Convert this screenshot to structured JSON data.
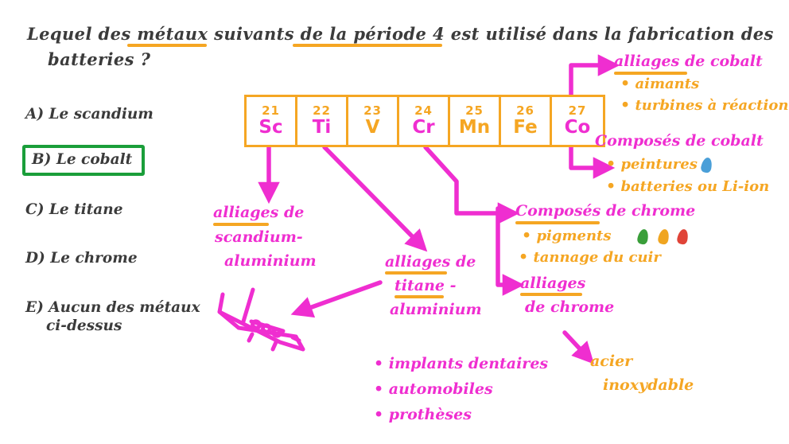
{
  "question": {
    "line1": "Lequel des métaux suivants de la période 4 est utilisé dans la fabrication des",
    "line2": "batteries ?"
  },
  "options": [
    {
      "id": "A",
      "label": "A) Le scandium",
      "selected": false
    },
    {
      "id": "B",
      "label": "B) Le cobalt",
      "selected": true
    },
    {
      "id": "C",
      "label": "C) Le titane",
      "selected": false
    },
    {
      "id": "D",
      "label": "D) Le chrome",
      "selected": false
    },
    {
      "id": "E",
      "label_line1": "E) Aucun des métaux",
      "label_line2": "ci-dessus",
      "selected": false
    }
  ],
  "periodic_table": {
    "elements": [
      {
        "number": "21",
        "symbol": "Sc",
        "symbol_color": "#ef2ed0"
      },
      {
        "number": "22",
        "symbol": "Ti",
        "symbol_color": "#ef2ed0"
      },
      {
        "number": "23",
        "symbol": "V",
        "symbol_color": "#f5a623"
      },
      {
        "number": "24",
        "symbol": "Cr",
        "symbol_color": "#ef2ed0"
      },
      {
        "number": "25",
        "symbol": "Mn",
        "symbol_color": "#f5a623"
      },
      {
        "number": "26",
        "symbol": "Fe",
        "symbol_color": "#f5a623"
      },
      {
        "number": "27",
        "symbol": "Co",
        "symbol_color": "#ef2ed0"
      }
    ]
  },
  "branches": {
    "scandium": {
      "title_line1": "alliages de",
      "title_line2": "scandium-",
      "title_line3": "aluminium"
    },
    "titane": {
      "title_line1": "alliages de",
      "title_line2": "titane -",
      "title_line3": "aluminium",
      "items": [
        "implants dentaires",
        "automobiles",
        "prothèses"
      ]
    },
    "chrome_composes": {
      "title": "Composés de chrome",
      "items": [
        "pigments",
        "tannage du cuir"
      ]
    },
    "chrome_alliages": {
      "title_line1": "alliages",
      "title_line2": "de chrome",
      "result_line1": "acier",
      "result_line2": "inoxydable"
    },
    "cobalt_alliages": {
      "title": "alliages de cobalt",
      "items": [
        "aimants",
        "turbines à réaction"
      ]
    },
    "cobalt_composes": {
      "title": "Composés de cobalt",
      "items": [
        "peintures",
        "batteries ou Li-ion"
      ]
    }
  },
  "icons": {
    "airplane": "airplane-sketch",
    "paint_drop": "paint-droplet-icon",
    "pigment_drops": [
      {
        "name": "pigment-droplet-green",
        "color": "#3a9e3a"
      },
      {
        "name": "pigment-droplet-orange",
        "color": "#f0a520"
      },
      {
        "name": "pigment-droplet-red",
        "color": "#e04438"
      }
    ],
    "paint_drop_color": "#4a9fd8"
  },
  "colors": {
    "pink": "#ef2ed0",
    "orange": "#f5a623",
    "ink": "#3b3b3b",
    "highlight_green": "#1a9e3a"
  }
}
